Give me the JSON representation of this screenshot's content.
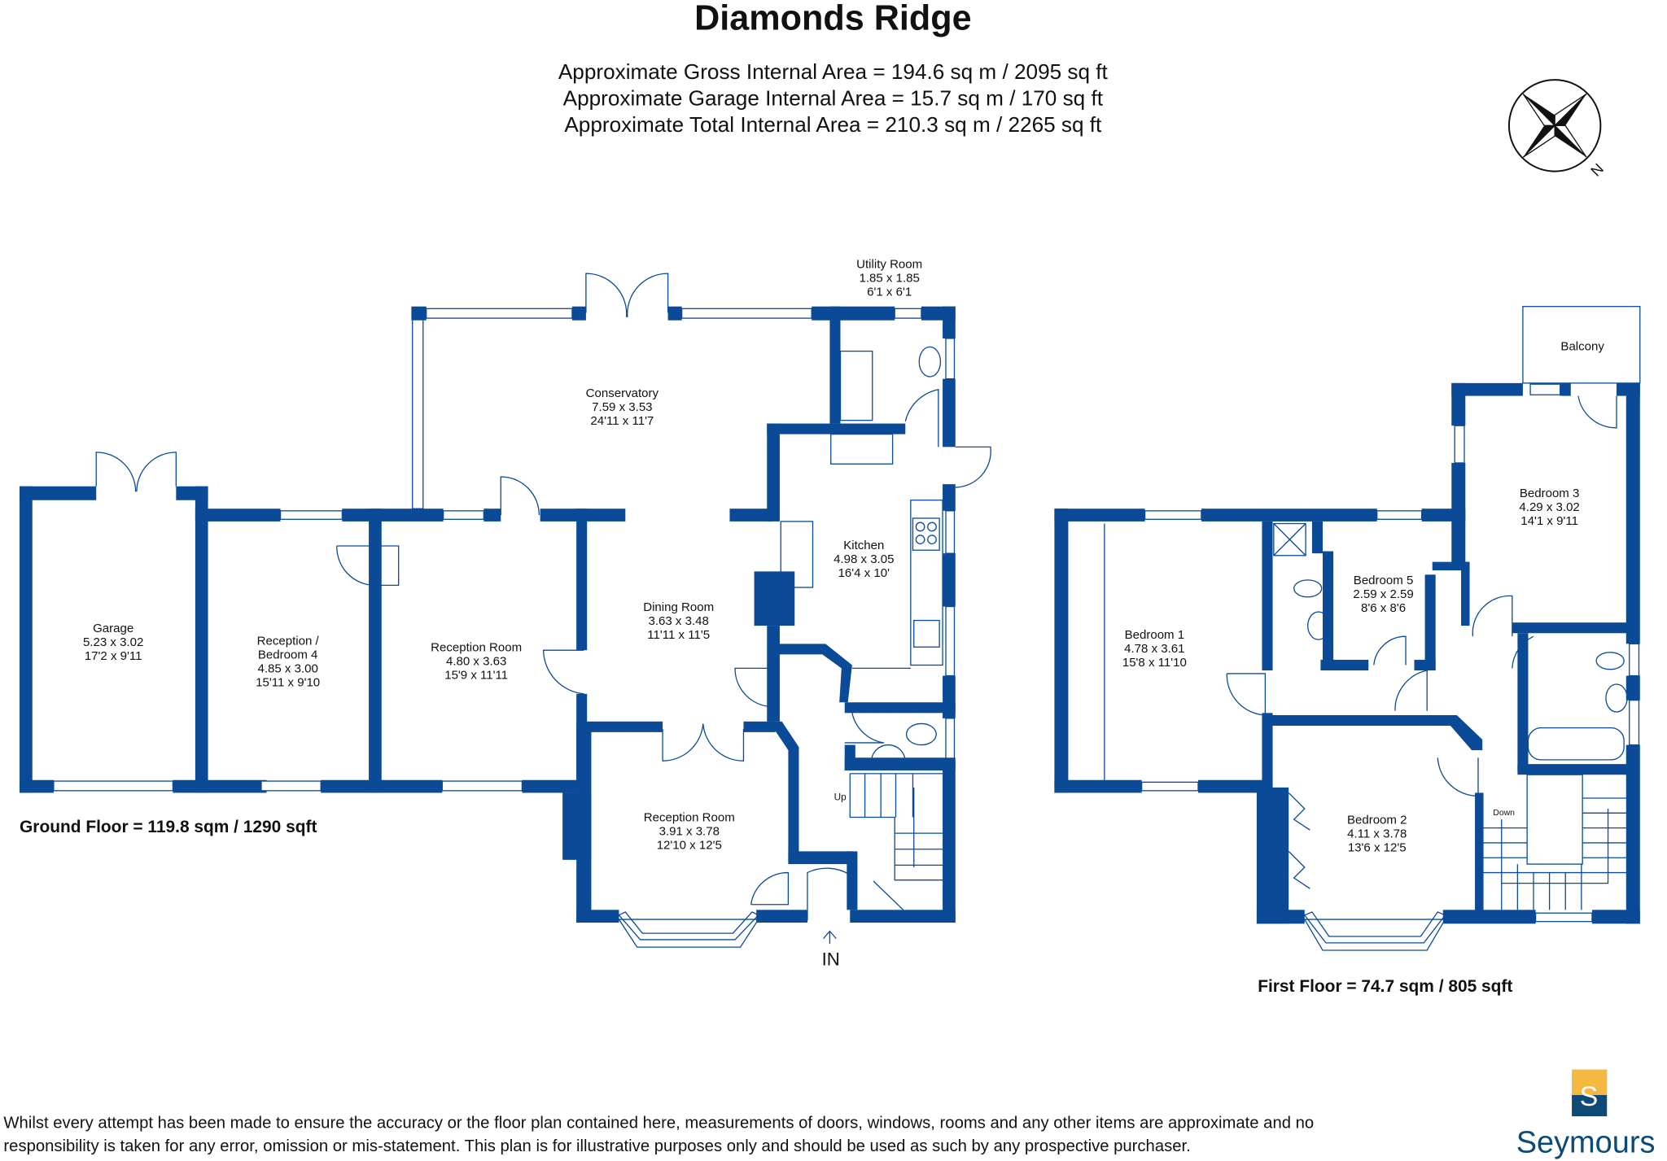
{
  "title": "Diamonds Ridge",
  "areas": [
    "Approximate Gross Internal Area = 194.6 sq m / 2095 sq ft",
    "Approximate Garage Internal Area = 15.7 sq m / 170 sq ft",
    "Approximate Total Internal Area = 210.3 sq m / 2265 sq ft"
  ],
  "compass_label": "N",
  "ground_floor": {
    "label": "Ground Floor = 119.8 sqm / 1290 sqft",
    "entrance": "IN",
    "stairs": "Up",
    "rooms": [
      {
        "name": "Garage",
        "metric": "5.23 x 3.02",
        "imperial": "17'2 x 9'11"
      },
      {
        "name": "Reception /",
        "name2": "Bedroom 4",
        "metric": "4.85 x 3.00",
        "imperial": "15'11 x 9'10"
      },
      {
        "name": "Reception Room",
        "metric": "4.80 x 3.63",
        "imperial": "15'9 x 11'11"
      },
      {
        "name": "Conservatory",
        "metric": "7.59 x 3.53",
        "imperial": "24'11 x 11'7"
      },
      {
        "name": "Utility Room",
        "metric": "1.85 x 1.85",
        "imperial": "6'1 x 6'1"
      },
      {
        "name": "Kitchen",
        "metric": "4.98 x 3.05",
        "imperial": "16'4 x 10'"
      },
      {
        "name": "Dining Room",
        "metric": "3.63 x 3.48",
        "imperial": "11'11 x 11'5"
      },
      {
        "name": "Reception Room",
        "metric": "3.91 x 3.78",
        "imperial": "12'10 x 12'5"
      }
    ]
  },
  "first_floor": {
    "label": "First Floor = 74.7 sqm / 805 sqft",
    "stairs": "Down",
    "rooms": [
      {
        "name": "Balcony"
      },
      {
        "name": "Bedroom 3",
        "metric": "4.29 x 3.02",
        "imperial": "14'1 x 9'11"
      },
      {
        "name": "Bedroom 5",
        "metric": "2.59 x 2.59",
        "imperial": "8'6 x 8'6"
      },
      {
        "name": "Bedroom 1",
        "metric": "4.78 x 3.61",
        "imperial": "15'8 x 11'10"
      },
      {
        "name": "Bedroom 2",
        "metric": "4.11 x 3.78",
        "imperial": "13'6 x 12'5"
      }
    ]
  },
  "disclaimer": [
    "Whilst every attempt has been made to ensure the accuracy or the floor plan contained here, measurements of doors, windows, rooms and any other items are approximate and no",
    "responsibility is taken for any error, omission or mis-statement. This plan is for illustrative purposes only and should be used as such by any prospective purchaser."
  ],
  "logo": {
    "letter": "S",
    "name": "Seymours"
  },
  "colors": {
    "wall": "#0a4a97",
    "logo_gold": "#f5b942",
    "logo_navy": "#0d4a75"
  }
}
